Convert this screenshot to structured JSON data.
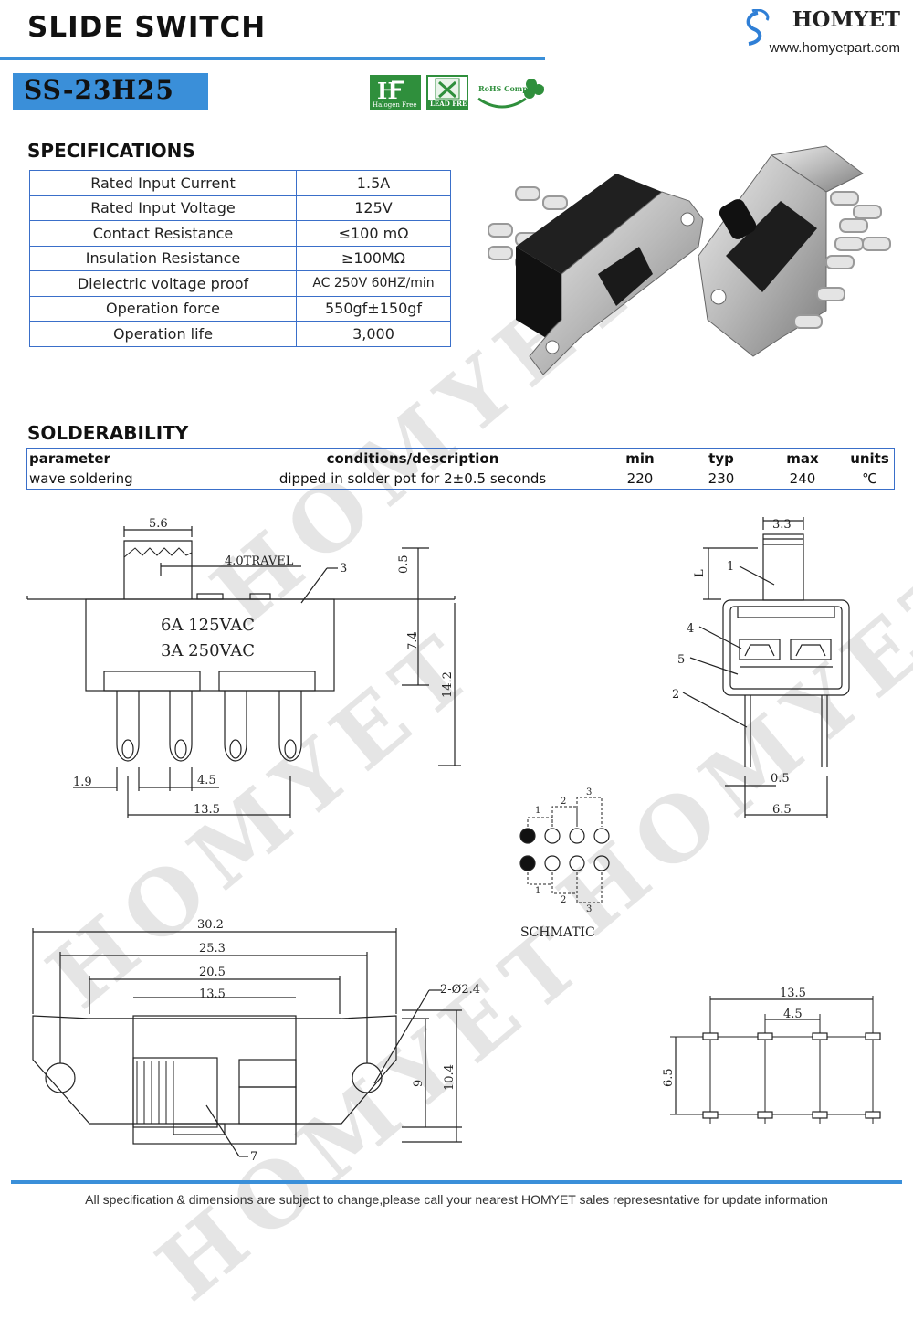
{
  "header": {
    "title": "SLIDE SWITCH",
    "brand": "HOMYET",
    "website": "www.homyetpart.com",
    "model": "SS-23H25",
    "certifications": [
      {
        "name": "halogen-free-icon",
        "label": "Halogen Free"
      },
      {
        "name": "lead-free-icon",
        "label": "LEAD FREE"
      },
      {
        "name": "rohs-icon",
        "label": "RoHS Compliant"
      }
    ]
  },
  "specifications": {
    "heading": "SPECIFICATIONS",
    "rows": [
      {
        "param": "Rated Input Current",
        "value": "1.5A"
      },
      {
        "param": "Rated Input Voltage",
        "value": "125V"
      },
      {
        "param": "Contact Resistance",
        "value": "≤100 mΩ"
      },
      {
        "param": "Insulation Resistance",
        "value": "≥100MΩ"
      },
      {
        "param": "Dielectric voltage proof",
        "value": "AC 250V 60HZ/min"
      },
      {
        "param": "Operation force",
        "value": "550gf±150gf"
      },
      {
        "param": "Operation life",
        "value": "3,000"
      }
    ]
  },
  "solderability": {
    "heading": "SOLDERABILITY",
    "headers": [
      "parameter",
      "conditions/description",
      "min",
      "typ",
      "max",
      "units"
    ],
    "rows": [
      [
        "wave soldering",
        "dipped in solder pot for 2±0.5 seconds",
        "220",
        "230",
        "240",
        "℃"
      ]
    ]
  },
  "drawing": {
    "front": {
      "dim_5_6": "5.6",
      "travel": "4.0TRAVEL",
      "dim_0_5": "0.5",
      "dim_7_4": "7.4",
      "dim_14_2": "14.2",
      "rating1": "6A  125VAC",
      "rating2": "3A  250VAC",
      "callout_3": "3",
      "dim_1_9": "1.9",
      "dim_4_5": "4.5",
      "dim_13_5": "13.5"
    },
    "side": {
      "dim_3_3": "3.3",
      "dim_L": "L",
      "callout_1": "1",
      "callout_4": "4",
      "callout_5": "5",
      "callout_2": "2",
      "dim_0_5": "0.5",
      "dim_6_5": "6.5"
    },
    "schematic": {
      "label": "SCHMATIC",
      "n1": "1",
      "n2": "2",
      "n3": "3",
      "m1": "1",
      "m2": "2",
      "m3": "3"
    },
    "top": {
      "dim_30_2": "30.2",
      "dim_25_3": "25.3",
      "dim_20_5": "20.5",
      "dim_13_5": "13.5",
      "holes": "2-Ø2.4",
      "dim_9": "9",
      "dim_10_4": "10.4",
      "callout_7": "7"
    },
    "pcb": {
      "dim_13_5": "13.5",
      "dim_4_5": "4.5",
      "dim_6_5": "6.5"
    }
  },
  "footer": "All specification & dimensions are subject to change,please call your nearest HOMYET sales represesntative for update information"
}
